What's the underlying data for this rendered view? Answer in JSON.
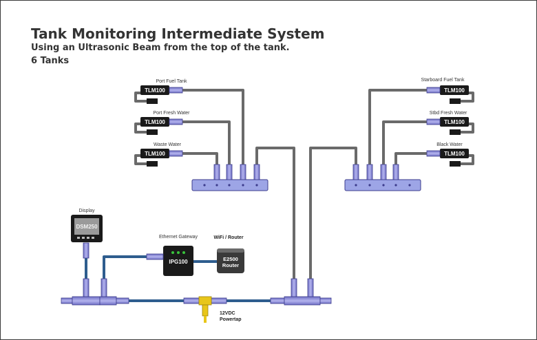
{
  "title": "Tank Monitoring Intermediate System",
  "subtitle": "Using an Ultrasonic Beam from the top of the tank.",
  "tank_count": "6 Tanks",
  "sensors": {
    "left": [
      {
        "label": "Port Fuel Tank",
        "device": "TLM100"
      },
      {
        "label": "Port Fresh Water",
        "device": "TLM100"
      },
      {
        "label": "Waste Water",
        "device": "TLM100"
      }
    ],
    "right": [
      {
        "label": "Starboard Fuel Tank",
        "device": "TLM100"
      },
      {
        "label": "Stbd Fresh Water",
        "device": "TLM100"
      },
      {
        "label": "Black Water",
        "device": "TLM100"
      }
    ]
  },
  "display": {
    "label": "Display",
    "device": "DSM250"
  },
  "gateway": {
    "label": "Ethernet Gateway",
    "device": "IPG100"
  },
  "router": {
    "label": "WiFi / Router",
    "line1": "E2500",
    "line2": "Router"
  },
  "powertap": {
    "line1": "12VDC",
    "line2": "Powertap"
  },
  "colors": {
    "cable": "#666666",
    "backbone": "#2e5d8e",
    "connector": "#8f8fd6",
    "manifold": "#9da5e6",
    "device": "#1a1a1a",
    "powertap": "#e8c61a"
  }
}
